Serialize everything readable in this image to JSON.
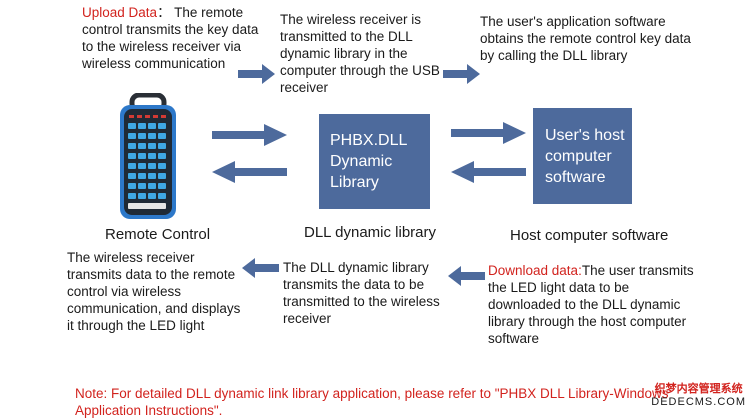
{
  "upload": {
    "label": "Upload Data",
    "sep": "：",
    "text": "The remote control transmits the key data to the wireless receiver via wireless communication"
  },
  "top_middle_text": "The wireless receiver is transmitted to the DLL dynamic library in the computer through the USB receiver",
  "top_right_text": "The user's application software obtains the remote control key data by calling the DLL library",
  "dll_box_label": "PHBX.DLL\nDynamic\nLibrary",
  "host_box_label": "User's host\ncomputer\nsoftware",
  "captions": {
    "remote": "Remote Control",
    "dll": "DLL dynamic library",
    "host": "Host computer software"
  },
  "bottom_left_text": "The wireless receiver transmits data to the remote control via wireless communication, and displays it through the LED light",
  "bottom_middle_text": "The DLL dynamic library transmits the data to be transmitted to the wireless receiver",
  "download": {
    "label": "Download data:",
    "text": "The user transmits the LED light data to be downloaded to the DLL dynamic library through the host computer software"
  },
  "note": "Note: For detailed DLL dynamic link library application, please refer to \"PHBX DLL Library-Windows Application Instructions\".",
  "watermark": {
    "cn": "织梦内容管理系统",
    "en": "DEDECMS.COM"
  },
  "colors": {
    "accent_red": "#d2231e",
    "box_blue": "#4d6a9c",
    "arrow_blue": "#4d6a9c",
    "device_body": "#1f2a36",
    "device_frame": "#2d78c9"
  }
}
